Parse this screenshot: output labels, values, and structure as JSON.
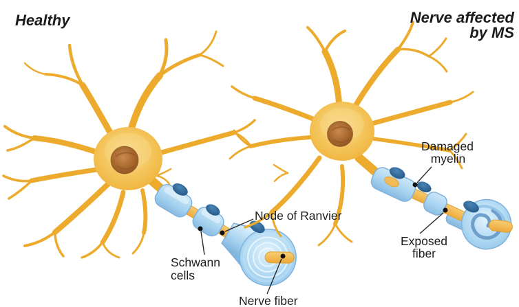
{
  "diagram": {
    "title_left": "Healthy",
    "title_right_line1": "Nerve affected",
    "title_right_line2": "by MS",
    "labels": {
      "node_of_ranvier": "Node of Ranvier",
      "schwann_cells_line1": "Schwann",
      "schwann_cells_line2": "cells",
      "nerve_fiber": "Nerve fiber",
      "damaged_myelin_line1": "Damaged",
      "damaged_myelin_line2": "myelin",
      "exposed_fiber_line1": "Exposed",
      "exposed_fiber_line2": "fiber"
    },
    "colors": {
      "neuron_gold": "#EDAB2E",
      "soma_highlight": "#F8D783",
      "nucleus_brown": "#9A5B24",
      "myelin_blue": "#A8D4F0",
      "myelin_edge": "#7FB2DC",
      "schwann_nucleus_blue": "#245C8D",
      "fiber_yellow": "#F1B248",
      "callout_text": "#1D1D1D",
      "background": "#FFFFFF"
    }
  }
}
